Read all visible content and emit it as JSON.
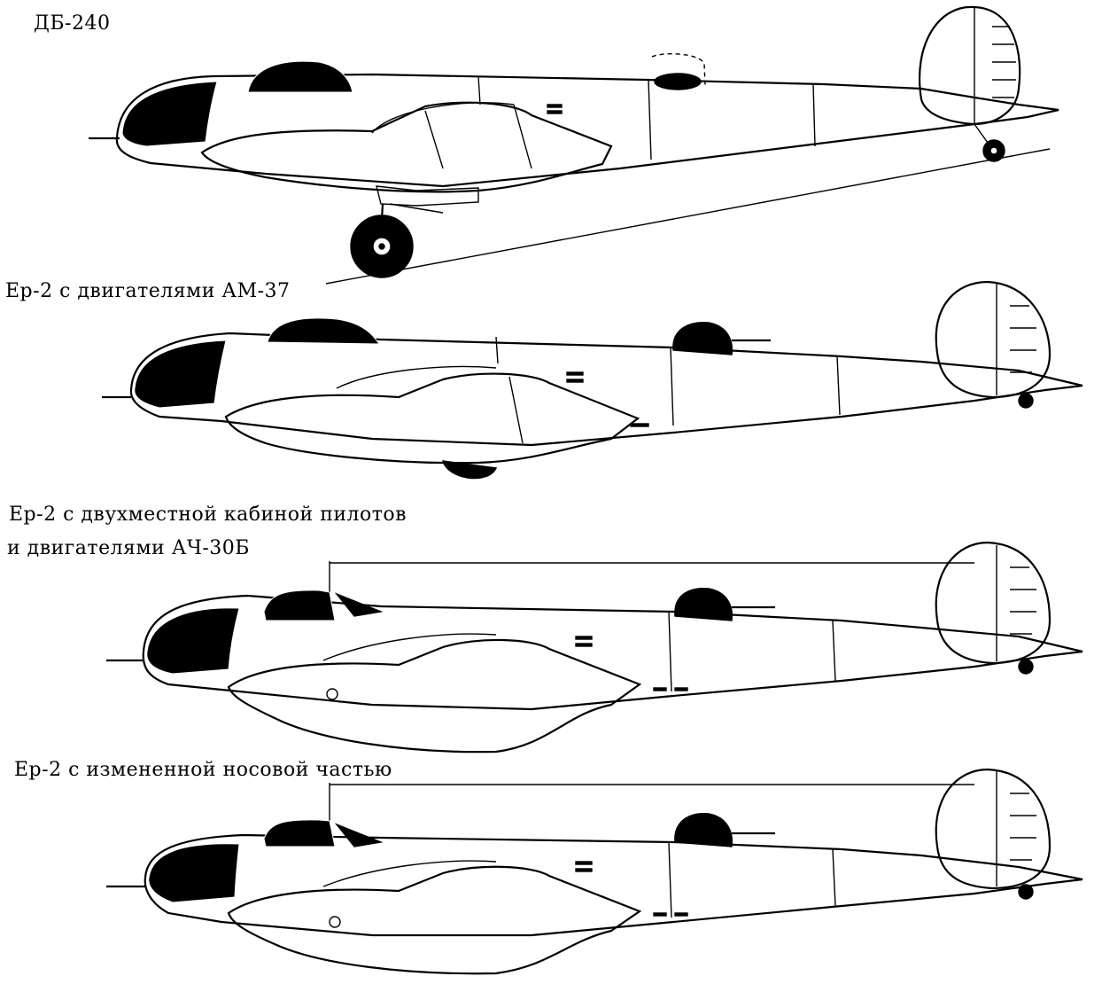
{
  "captions": {
    "db240": "ДБ-240",
    "er2_am37": "Ер-2 с двигателями АМ-37",
    "er2_twin_seat_line1": "Ер-2 с двухместной кабиной пилотов",
    "er2_twin_seat_line2": "и двигателями  АЧ-30Б",
    "er2_modified_nose": "Ер-2 с измененной носовой частью"
  },
  "colors": {
    "ink": "#000000",
    "paper": "#ffffff"
  }
}
